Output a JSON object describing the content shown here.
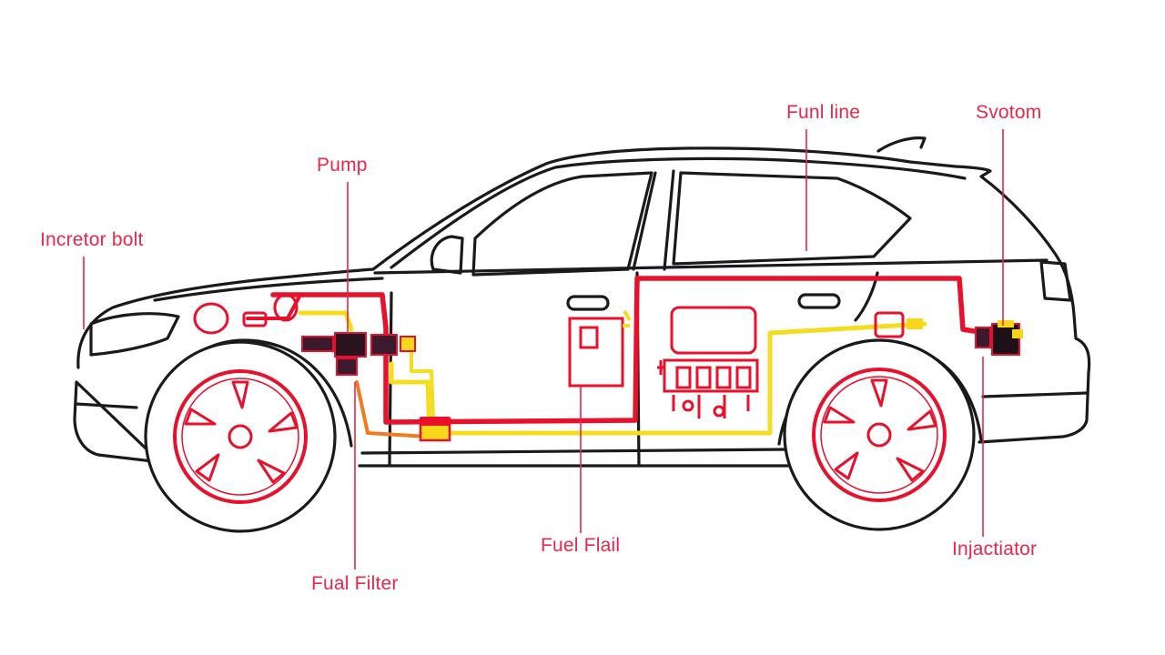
{
  "labels": {
    "injector_bolt": "Incretor bolt",
    "pump": "Pump",
    "fuel_line": "Funl line",
    "solenoid": "Svotom",
    "fuel_filter": "Fual Filter",
    "fuel_rail": "Fuel Flail",
    "injector": "Injactiator"
  },
  "colors": {
    "label_text": "#e8274b",
    "leader_line": "#e8274b",
    "car_outline": "#1a1a1a",
    "fuel_line_red": "#e8102a",
    "return_line_yellow": "#f4dc1e",
    "orange_line": "#f07a1e",
    "wheel": "#e8102a",
    "component_dark": "#3b1a2e",
    "component_yellow": "#f6d71c",
    "background": "#ffffff"
  }
}
